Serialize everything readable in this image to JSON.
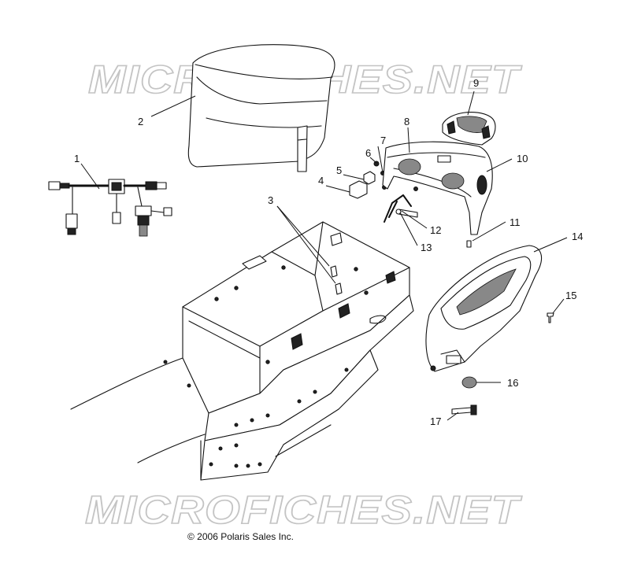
{
  "watermarks": [
    "MICROFICHES.NET",
    "MICROFICHES.NET"
  ],
  "copyright": "© 2006 Polaris Sales Inc.",
  "callouts": [
    "1",
    "2",
    "3",
    "4",
    "5",
    "6",
    "7",
    "8",
    "9",
    "10",
    "11",
    "12",
    "13",
    "14",
    "15",
    "16",
    "17"
  ]
}
